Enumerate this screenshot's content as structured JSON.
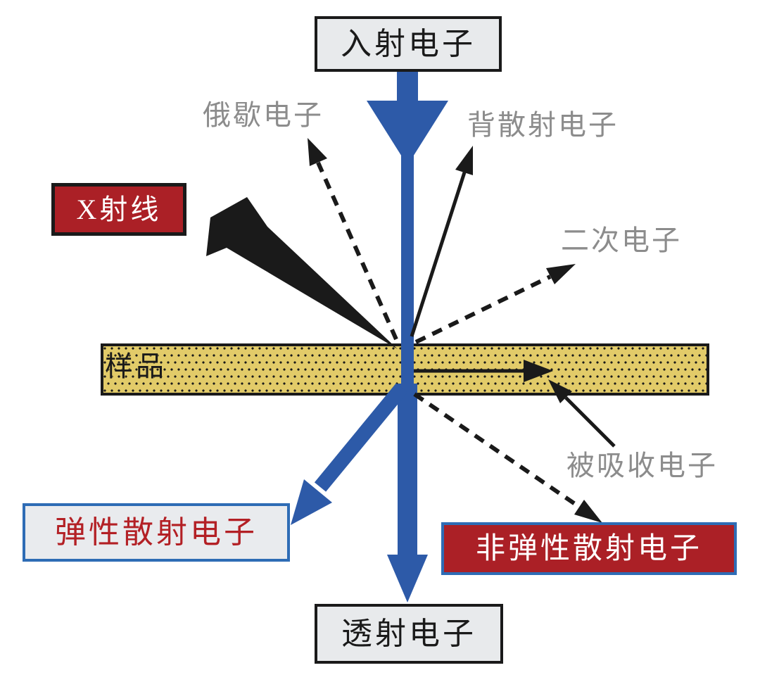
{
  "labels": {
    "incident": "入射电子",
    "auger": "俄歇电子",
    "backscattered": "背散射电子",
    "xray": "X射线",
    "secondary": "二次电子",
    "sample": "样品",
    "absorbed": "被吸收电子",
    "elastic": "弹性散射电子",
    "inelastic": "非弹性散射电子",
    "transmitted": "透射电子"
  },
  "colors": {
    "beam_blue": "#2d5aa8",
    "ink": "#1a1a1a",
    "box_red": "#ab2026",
    "blue_border": "#2e6cb5",
    "box_gray": "#e8eaec",
    "sample_yellow": "#e2cb69",
    "label_gray": "#8c8c8c",
    "red_text": "#b32025"
  }
}
